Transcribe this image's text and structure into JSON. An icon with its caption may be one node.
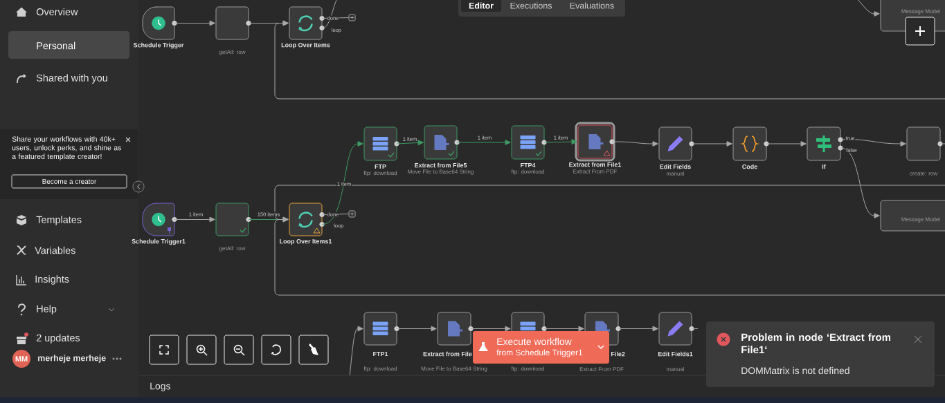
{
  "diagram": {
    "nodes": [
      {
        "text": [
          "Schedule Trigger"
        ]
      },
      {
        "text": [
          "getAll: row"
        ]
      },
      {
        "text": [
          "Loop Over Items"
        ]
      },
      {
        "text": [],
        "shape": "box"
      },
      {
        "text": [
          "Message Model"
        ]
      },
      {
        "text": [
          "FTP",
          "ftp: download"
        ]
      },
      {
        "text": [
          "Extract from File5",
          "Move File to Base64 String"
        ]
      },
      {
        "text": [
          "FTP4",
          "ftp: download"
        ]
      },
      {
        "text": [
          "Extract from File1",
          "Extract From PDF"
        ]
      },
      {
        "text": [
          "Edit Fields",
          "manual"
        ]
      },
      {
        "text": [
          "Code"
        ]
      },
      {
        "text": [
          "If"
        ]
      },
      {
        "text": [
          "create: row"
        ]
      },
      {
        "text": [
          "Message Model"
        ]
      },
      {
        "text": [
          "Schedule Trigger1"
        ]
      },
      {
        "text": [
          "getAll: row"
        ]
      },
      {
        "text": [
          "Loop Over Items1"
        ]
      },
      {
        "text": [],
        "shape": "box"
      },
      {
        "text": [
          "FTP1",
          "ftp: download"
        ]
      },
      {
        "text": [
          "Extract from File",
          "Move File to Base64 String"
        ]
      },
      {
        "text": [
          "ftp: download"
        ]
      },
      {
        "text": [
          "File2",
          "Extract From PDF"
        ]
      },
      {
        "text": [
          "Edit Fields1",
          "manual"
        ]
      }
    ],
    "edges": [
      {
        "from": 0,
        "to": 1,
        "arrow": "to"
      },
      {
        "from": 1,
        "to": 2,
        "arrow": "to"
      },
      {
        "from": 2,
        "to": 3,
        "arrow": "none",
        "label": "done"
      },
      {
        "from": 2,
        "to": null,
        "arrow": "none",
        "label": "loop"
      },
      {
        "from": null,
        "to": 2,
        "arrow": "to"
      },
      {
        "from": null,
        "to": 4,
        "arrow": "to"
      },
      {
        "from": 14,
        "to": 15,
        "arrow": "to",
        "label": "1 item"
      },
      {
        "from": 15,
        "to": 16,
        "arrow": "to",
        "label": "150 items",
        "color": "#3d9a62"
      },
      {
        "from": 16,
        "to": 17,
        "arrow": "none",
        "label": "done"
      },
      {
        "from": 16,
        "to": 5,
        "arrow": "to",
        "label": "1 item",
        "color": "#3d9a62"
      },
      {
        "from": 5,
        "to": 6,
        "arrow": "to",
        "label": "1 item",
        "color": "#3d9a62"
      },
      {
        "from": 6,
        "to": 7,
        "arrow": "to",
        "label": "1 item",
        "color": "#3d9a62"
      },
      {
        "from": 7,
        "to": 8,
        "arrow": "to",
        "label": "1 item",
        "color": "#3d9a62"
      },
      {
        "from": 8,
        "to": 9,
        "arrow": "to"
      },
      {
        "from": 9,
        "to": 10,
        "arrow": "to"
      },
      {
        "from": 10,
        "to": 11,
        "arrow": "to"
      },
      {
        "from": 11,
        "to": 12,
        "arrow": "to",
        "label": "true"
      },
      {
        "from": 11,
        "to": 13,
        "arrow": "to",
        "label": "false"
      },
      {
        "from": 12,
        "to": null,
        "arrow": "none"
      },
      {
        "from": null,
        "to": 16,
        "arrow": "to"
      },
      {
        "from": null,
        "to": 16,
        "arrow": "to"
      },
      {
        "from": null,
        "to": 18,
        "arrow": "to"
      },
      {
        "from": 18,
        "to": 19,
        "arrow": "to"
      },
      {
        "from": 19,
        "to": 20,
        "arrow": "to"
      },
      {
        "from": 20,
        "to": 21,
        "arrow": "to"
      },
      {
        "from": 21,
        "to": 22,
        "arrow": "to"
      },
      {
        "from": 22,
        "to": null,
        "arrow": "none"
      }
    ],
    "labels": [
      "Overview",
      "Personal",
      "Shared with you",
      "Share your workflows with 40k+ users, unlock perks, and shine as a featured template creator!",
      "Become a creator",
      "Templates",
      "Variables",
      "Insights",
      "Help",
      "2 updates",
      "MM",
      "merheje merheje",
      "Editor",
      "Executions",
      "Evaluations",
      "loop",
      "Execute workflow",
      "from Schedule Trigger1",
      "Problem in node ‘Extract from File1‘",
      "DOMMatrix is not defined",
      "Logs"
    ]
  }
}
